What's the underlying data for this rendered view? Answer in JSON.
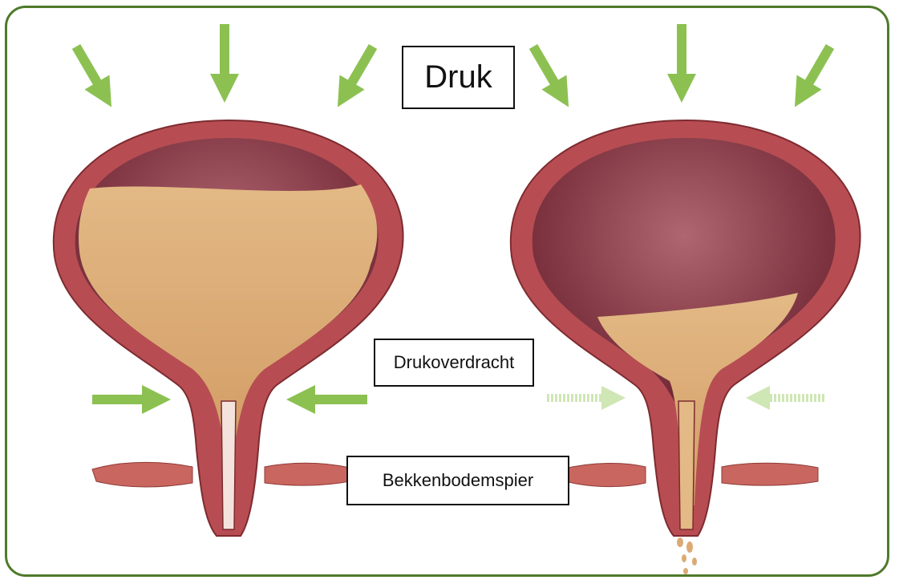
{
  "labels": {
    "pressure": "Druk",
    "pressure_transfer": "Drukoverdracht",
    "pelvic_floor_muscle": "Bekkenbodemspier"
  },
  "colors": {
    "frame": "#4f7a2a",
    "arrow": "#8cc152",
    "arrow_faded": "#cfe6b5",
    "bladder_wall": "#b74d52",
    "bladder_inner": "#7a2a35",
    "urine": "#dcaa74",
    "muscle": "#c9665f"
  },
  "icons": [
    "down-arrow-icon",
    "diagonal-arrow-icon",
    "right-arrow-icon",
    "left-arrow-icon"
  ]
}
